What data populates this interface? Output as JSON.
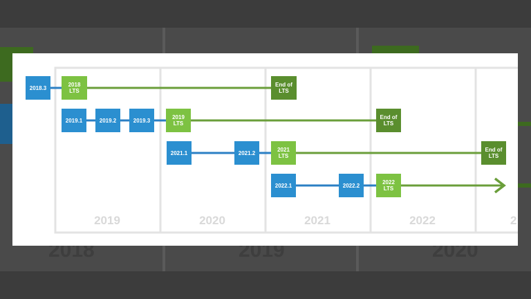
{
  "colors": {
    "release_blue": "#2b8fd0",
    "lts_green": "#7dc242",
    "end_green": "#5a8e2e",
    "connector_blue": "#2b7fc4",
    "support_green": "#6a9e3a",
    "grid_gray": "#e3e3e3"
  },
  "years": [
    "2019",
    "2020",
    "2021",
    "2022",
    "2"
  ],
  "rows": [
    {
      "releases": [
        "2018.3"
      ],
      "lts": "2018\nLTS",
      "end": "End of\nLTS"
    },
    {
      "releases": [
        "2019.1",
        "2019.2",
        "2019.3"
      ],
      "lts": "2019\nLTS",
      "end": "End of\nLTS"
    },
    {
      "releases": [
        "2021.1",
        "2021.2"
      ],
      "lts": "2021\nLTS",
      "end": "End of\nLTS"
    },
    {
      "releases": [
        "2022.1",
        "2022.2"
      ],
      "lts": "2022\nLTS",
      "end": "",
      "arrow": "arrow-right-icon"
    }
  ]
}
